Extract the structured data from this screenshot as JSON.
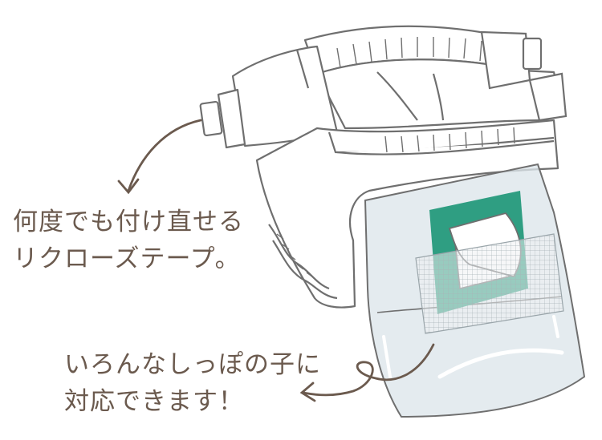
{
  "callouts": {
    "tape": {
      "line1": "何度でも付け直せる",
      "line2": "リクローズテープ。"
    },
    "tail": {
      "line1": "いろんなしっぽの子に",
      "line2": "対応できます！"
    }
  },
  "colors": {
    "outline": "#6f6f6f",
    "text": "#6b5a4e",
    "arrow": "#6b5a4e",
    "tape_green": "#2f9e82",
    "tape_mesh": "#d9dde0",
    "bag_fill": "#dde6ea",
    "bag_edge": "#b9c8cf"
  },
  "icons": {
    "tape_arrow": "curved-arrow-icon",
    "tail_arrow": "looped-arrow-icon"
  }
}
